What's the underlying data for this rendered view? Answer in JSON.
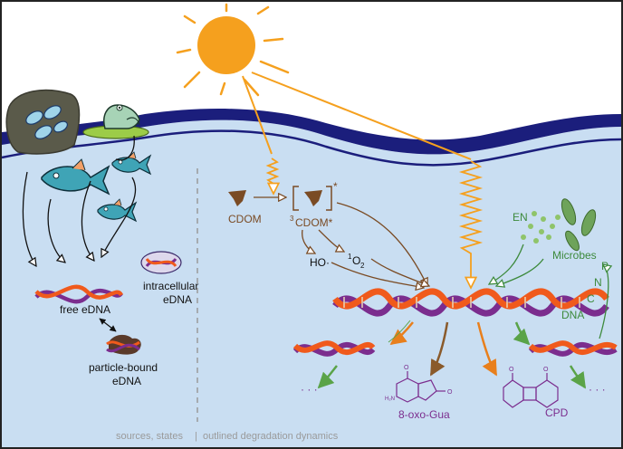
{
  "labels": {
    "intracellular_line1": "intracellular",
    "intracellular_line2": "eDNA",
    "free_edna": "free eDNA",
    "particle_line1": "particle-bound",
    "particle_line2": "eDNA",
    "cdom": "CDOM",
    "cdom_triplet_sup": "3",
    "cdom_triplet": "CDOM*",
    "excited_star": "*",
    "hydroxyl": "HO·",
    "singlet_oxygen_sup": "1",
    "singlet_oxygen": "O",
    "singlet_oxygen_sub": "2",
    "en": "EN",
    "microbes": "Microbes",
    "p": "P",
    "n": "N",
    "c": "C",
    "dna": "DNA",
    "oxo_gua": "8-oxo-Gua",
    "cpd": "CPD",
    "ellipsis": "· · ·",
    "footer_left": "sources, states",
    "footer_sep": "|",
    "footer_right": "outlined degradation dynamics"
  },
  "colors": {
    "sun": "#f5a01e",
    "water": "#c9def2",
    "wave": "#1b1e7c",
    "helix_purple": "#7b2d8e",
    "helix_orange": "#f05a1c",
    "brown": "#7a4b24",
    "green": "#3d8a3c",
    "lightgreen": "#8fc46a",
    "fish": "#3fa4b6"
  },
  "icons": [
    "sun-icon",
    "rock-icon",
    "frog-icon",
    "fish-icon",
    "cdom-molecule-icon",
    "microbe-icon"
  ]
}
